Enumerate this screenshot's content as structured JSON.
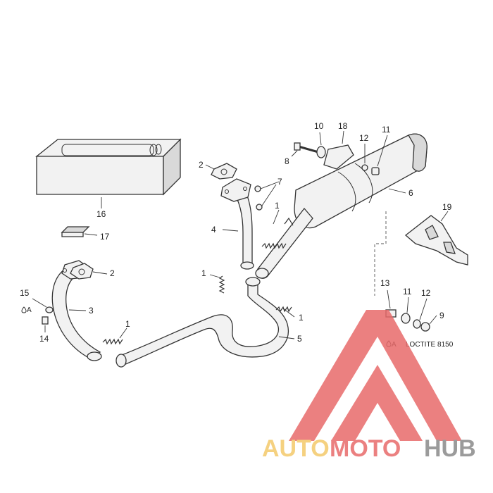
{
  "callouts": {
    "c1a": "1",
    "c1b": "1",
    "c1c": "1",
    "c1d": "1",
    "c2a": "2",
    "c2b": "2",
    "c3": "3",
    "c4": "4",
    "c5": "5",
    "c6": "6",
    "c7": "7",
    "c8": "8",
    "c9": "9",
    "c10": "10",
    "c11a": "11",
    "c11b": "11",
    "c12a": "12",
    "c12b": "12",
    "c13": "13",
    "c14": "14",
    "c15": "15",
    "c16": "16",
    "c17": "17",
    "c18": "18",
    "c19": "19"
  },
  "notes": {
    "a_marker_left": "A",
    "a_marker_right": "A",
    "loctite_label": "LOCTITE 8150"
  },
  "watermark": {
    "brand_part1": "AUTO",
    "brand_part2": "MOTO",
    "brand_part3": "HUB",
    "color_yellow": "#f4c96b",
    "color_red": "#e86a6a",
    "color_grey": "#8a8a8a"
  }
}
